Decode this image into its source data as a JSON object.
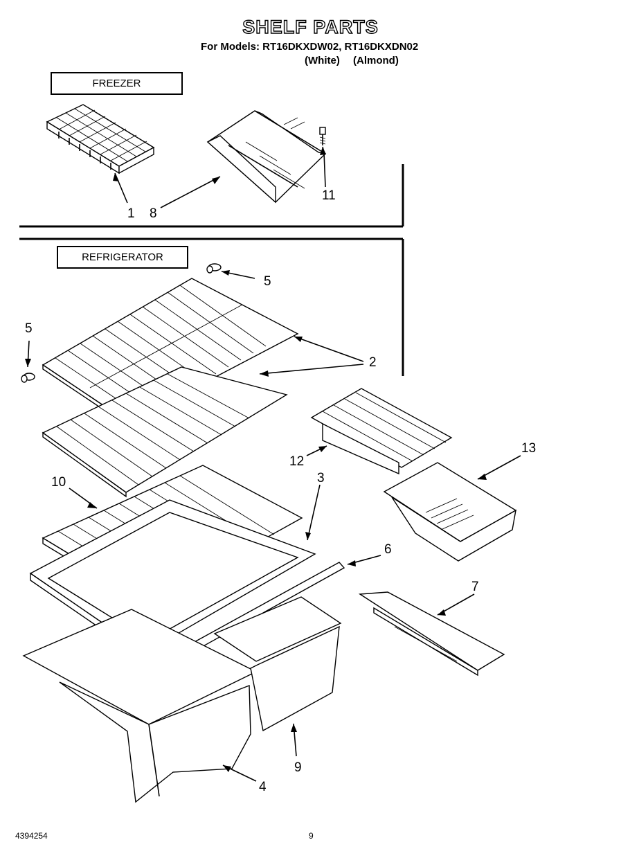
{
  "header": {
    "title": "SHELF PARTS",
    "models_line": "For Models: RT16DKXDW02, RT16DKXDN02",
    "color_white": "(White)",
    "color_almond": "(Almond)"
  },
  "sections": {
    "freezer": "FREEZER",
    "refrigerator": "REFRIGERATOR"
  },
  "callouts": {
    "c1": "1",
    "c8": "8",
    "c11": "11",
    "c5a": "5",
    "c5b": "5",
    "c2": "2",
    "c12": "12",
    "c13": "13",
    "c10": "10",
    "c3": "3",
    "c6": "6",
    "c7": "7",
    "c9": "9",
    "c4": "4"
  },
  "footer": {
    "part_number": "4394254",
    "page": "9"
  }
}
